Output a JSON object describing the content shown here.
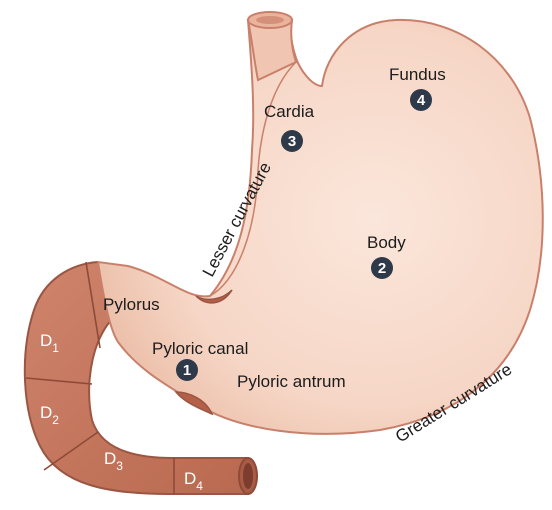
{
  "labels": {
    "fundus": "Fundus",
    "cardia": "Cardia",
    "body": "Body",
    "pylorus": "Pylorus",
    "pyloric_canal": "Pyloric canal",
    "pyloric_antrum": "Pyloric antrum",
    "lesser_curvature": "Lesser curvature",
    "greater_curvature": "Greater curvature"
  },
  "badges": {
    "one": "1",
    "two": "2",
    "three": "3",
    "four": "4"
  },
  "duodenum": {
    "d1": {
      "letter": "D",
      "sub": "1"
    },
    "d2": {
      "letter": "D",
      "sub": "2"
    },
    "d3": {
      "letter": "D",
      "sub": "3"
    },
    "d4": {
      "letter": "D",
      "sub": "4"
    }
  },
  "colors": {
    "stomach_fill": "#f8dccd",
    "stomach_outline": "#c9806b",
    "duodenum_fill": "#c97a63",
    "duodenum_line": "#8e4a39",
    "badge_fill": "#2e3a4a"
  }
}
